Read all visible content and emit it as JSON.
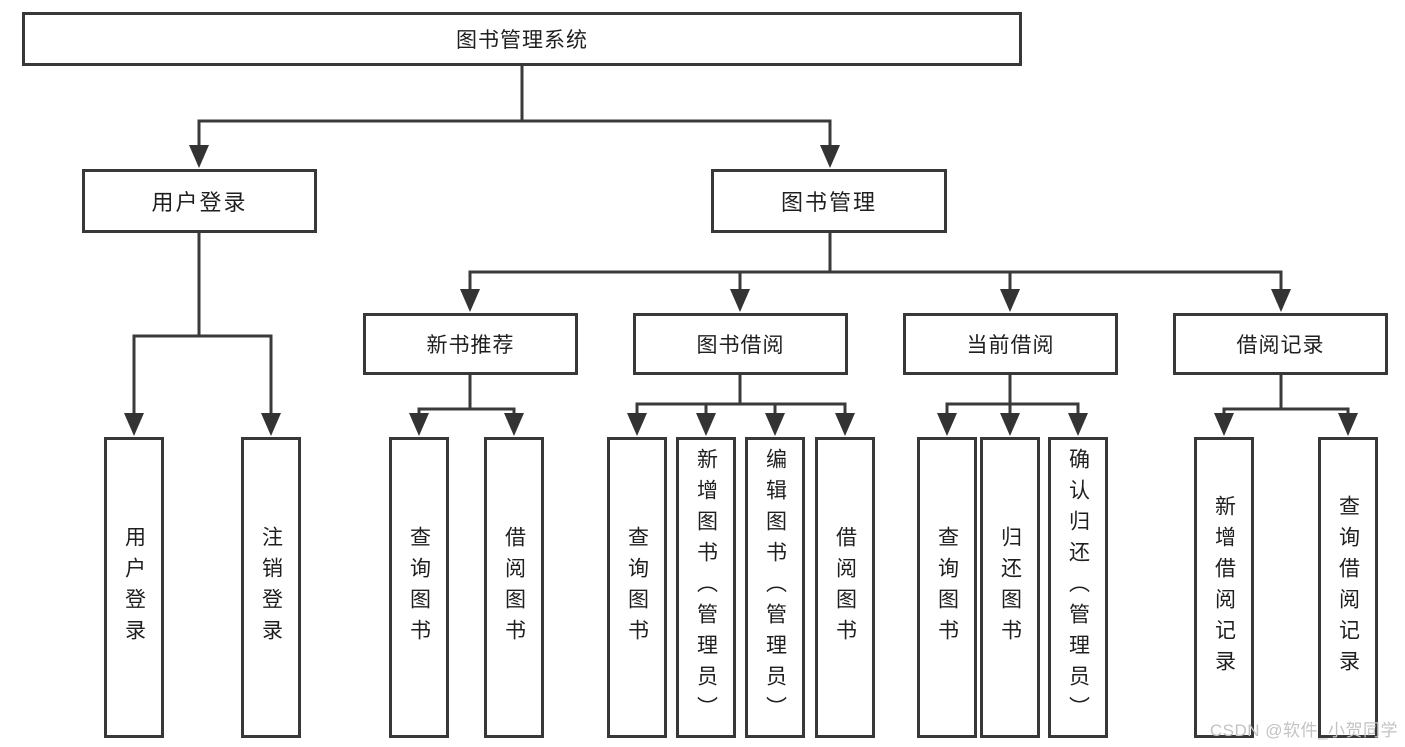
{
  "diagram": {
    "root": "图书管理系统",
    "level1": [
      "用户登录",
      "图书管理"
    ],
    "login_leaves": [
      "用户登录",
      "注销登录"
    ],
    "branches": [
      "新书推荐",
      "图书借阅",
      "当前借阅",
      "借阅记录"
    ],
    "branch_leaves": {
      "new_book": [
        "查询图书",
        "借阅图书"
      ],
      "borrow": [
        "查询图书",
        "新增图书（管理员）",
        "编辑图书（管理员）",
        "借阅图书"
      ],
      "current": [
        "查询图书",
        "归还图书",
        "确认归还（管理员）"
      ],
      "records": [
        "新增借阅记录",
        "查询借阅记录"
      ]
    }
  },
  "watermark": "CSDN @软件_小贺同学",
  "colors": {
    "line": "#3a3a3a",
    "arrow": "#333333",
    "box_border": "#383838",
    "box_fill": "#ffffff",
    "text": "#1f1f1f",
    "watermark": "#c3c3c3"
  }
}
